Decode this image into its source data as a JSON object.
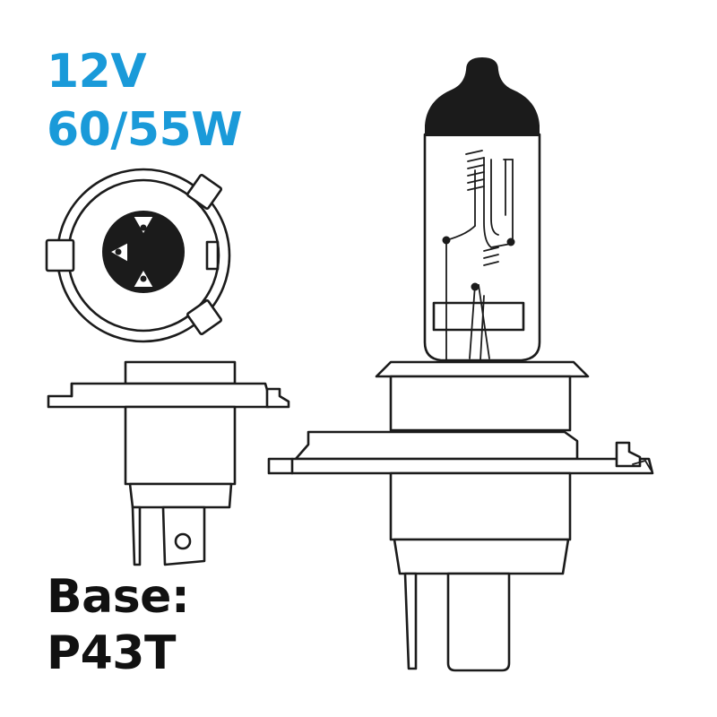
{
  "specs": {
    "voltage": "12V",
    "wattage": "60/55W",
    "accent_color": "#1a9ad9"
  },
  "base": {
    "label": "Base:",
    "value": "P43T",
    "text_color": "#111111"
  },
  "illustrations": [
    "base-top-view",
    "base-side-view",
    "bulb-side-view"
  ]
}
